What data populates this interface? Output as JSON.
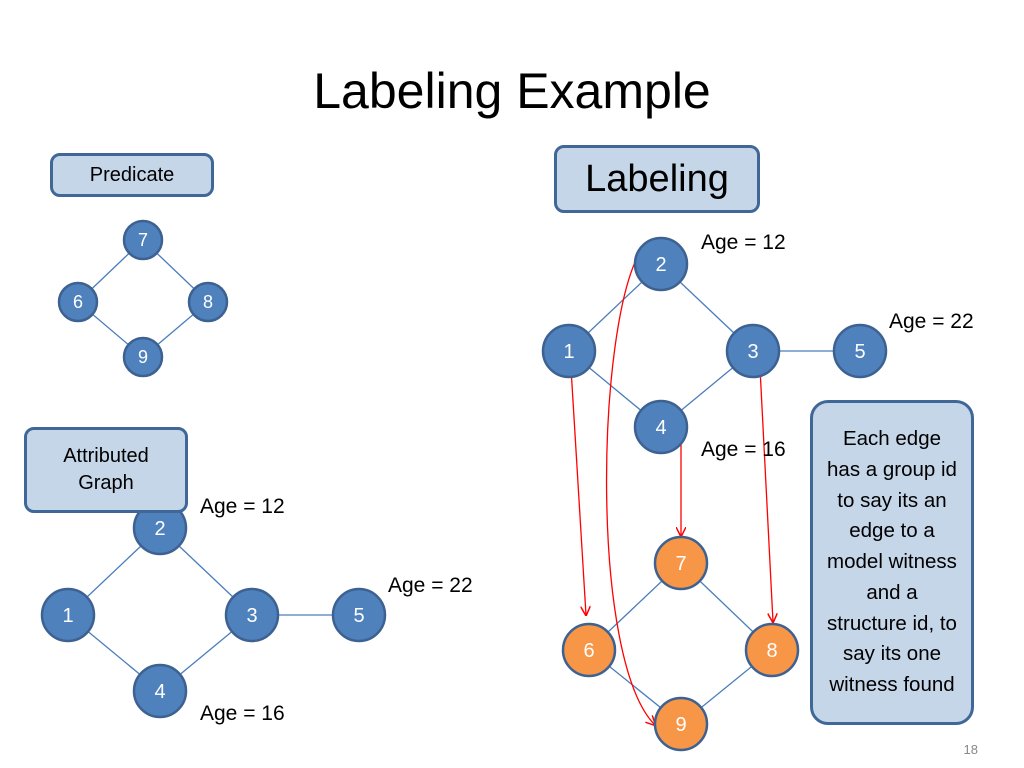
{
  "slide": {
    "title": "Labeling Example",
    "page_number": "18",
    "predicate_label": "Predicate",
    "attributed_label": "Attributed Graph",
    "labeling_label": "Labeling",
    "explanation": "Each edge has a group id to say its an edge to a model witness and a structure id, to say its one witness found"
  },
  "annotations": {
    "left_age_2": "Age = 12",
    "left_age_5": "Age = 22",
    "left_age_4": "Age = 16",
    "right_age_2": "Age = 12",
    "right_age_5": "Age = 22",
    "right_age_4": "Age = 16"
  },
  "colors": {
    "node_blue": "#4f81bd",
    "node_orange": "#f79646",
    "node_border": "#3d6190",
    "edge": "#4a7ebb",
    "mapping_arrow": "#ff0000",
    "box_fill": "#c6d6e9"
  },
  "predicate_graph": {
    "nodes": [
      "7",
      "6",
      "8",
      "9"
    ],
    "edges": [
      [
        "7",
        "6"
      ],
      [
        "7",
        "8"
      ],
      [
        "6",
        "9"
      ],
      [
        "8",
        "9"
      ]
    ]
  },
  "attributed_graph": {
    "nodes": [
      "2",
      "1",
      "3",
      "5",
      "4"
    ],
    "edges": [
      [
        "2",
        "1"
      ],
      [
        "2",
        "3"
      ],
      [
        "1",
        "4"
      ],
      [
        "3",
        "4"
      ],
      [
        "3",
        "5"
      ]
    ]
  },
  "labeling_graph": {
    "data_nodes": [
      "2",
      "1",
      "3",
      "5",
      "4"
    ],
    "data_edges": [
      [
        "2",
        "1"
      ],
      [
        "2",
        "3"
      ],
      [
        "1",
        "4"
      ],
      [
        "3",
        "4"
      ],
      [
        "3",
        "5"
      ]
    ],
    "pattern_nodes": [
      "7",
      "6",
      "8",
      "9"
    ],
    "pattern_edges": [
      [
        "7",
        "6"
      ],
      [
        "7",
        "8"
      ],
      [
        "6",
        "9"
      ],
      [
        "8",
        "9"
      ]
    ],
    "mappings": [
      [
        "1",
        "6"
      ],
      [
        "4",
        "7"
      ],
      [
        "3",
        "8"
      ],
      [
        "2",
        "9"
      ]
    ]
  }
}
